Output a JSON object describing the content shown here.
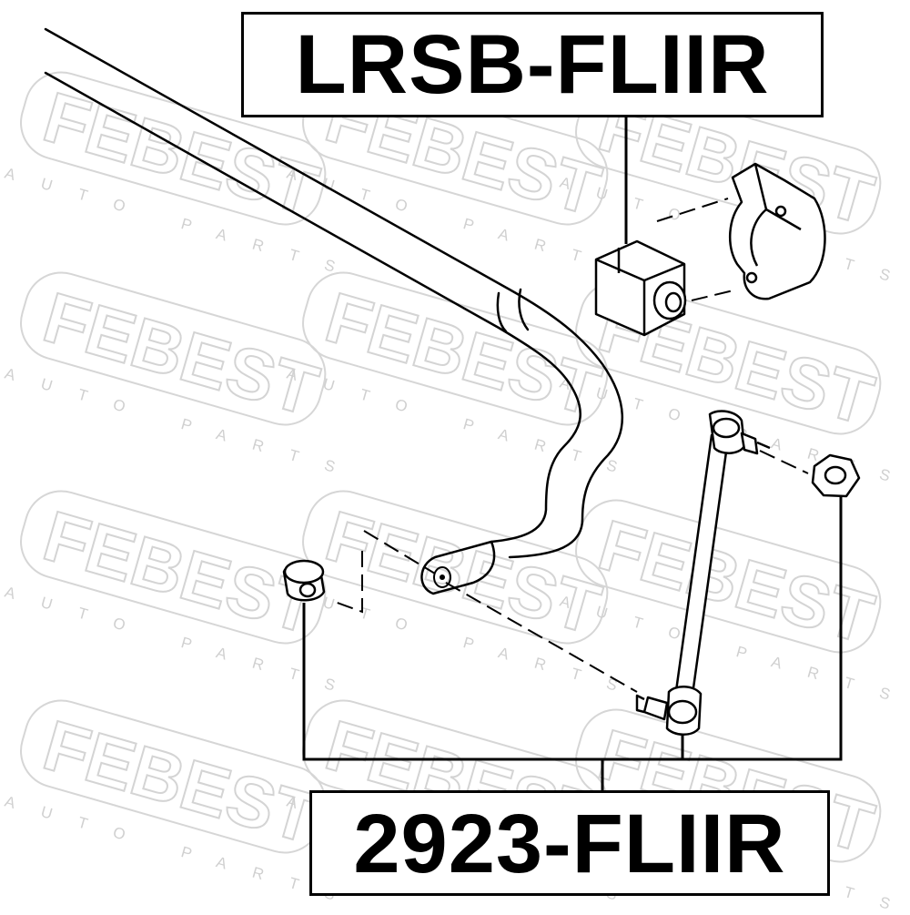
{
  "watermark": {
    "brand": "FEBEST",
    "subtitle": "AUTO PARTS"
  },
  "labels": {
    "bushing_part_number": "LRSB-FLIIR",
    "link_part_number": "2923-FLIIR"
  },
  "diagram": {
    "parts": [
      "stabilizer-bar",
      "stabilizer-bushing",
      "bushing-bracket",
      "stabilizer-link",
      "link-nut",
      "link-bolt-bushing"
    ]
  }
}
